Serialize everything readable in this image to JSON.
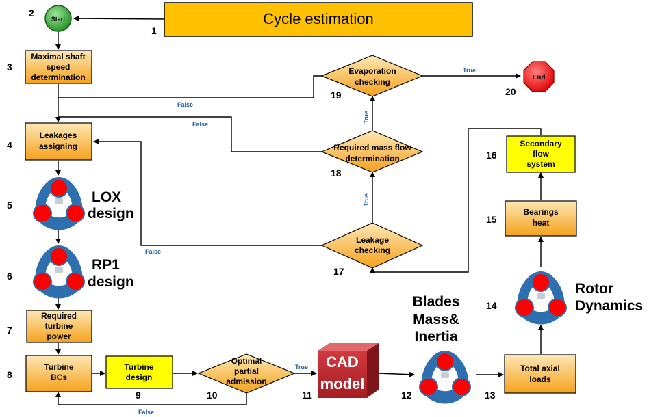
{
  "title": "Cycle estimation",
  "start_label": "Start",
  "end_label": "End",
  "numbers": [
    "1",
    "2",
    "3",
    "4",
    "5",
    "6",
    "7",
    "8",
    "9",
    "10",
    "11",
    "12",
    "13",
    "14",
    "15",
    "16",
    "17",
    "18",
    "19",
    "20"
  ],
  "boxes": {
    "shaft_speed": [
      "Maximal shaft",
      "speed",
      "determination"
    ],
    "leakages_assigning": [
      "Leakages",
      "assigning"
    ],
    "turbine_power": [
      "Required",
      "turbine",
      "power"
    ],
    "turbine_bcs": [
      "Turbine",
      "BCs"
    ],
    "turbine_design": [
      "Turbine",
      "design"
    ],
    "total_axial": [
      "Total axial",
      "loads"
    ],
    "bearings_heat": [
      "Bearings",
      "heat"
    ],
    "secondary_flow": [
      "Secondary",
      "flow",
      "system"
    ]
  },
  "decisions": {
    "optimal_partial": [
      "Optimal",
      "partial",
      "admission"
    ],
    "leakage_checking": [
      "Leakage",
      "checking"
    ],
    "mass_flow": [
      "Required mass flow",
      "determination"
    ],
    "evaporation": [
      "Evaporation",
      "checking"
    ]
  },
  "tools": {
    "lox": [
      "LOX",
      "design"
    ],
    "rp1": [
      "RP1",
      "design"
    ],
    "blades": [
      "Blades",
      "Mass&",
      "Inertia"
    ],
    "rotor": [
      "Rotor",
      "Dynamics"
    ],
    "cad": [
      "CAD",
      "model"
    ]
  },
  "edge_labels": {
    "true": "True",
    "false": "False"
  },
  "colors": {
    "orange_top": "#fce2a8",
    "orange_bottom": "#f6a623",
    "yellow": "#ffff00",
    "title_box": "#ffc000",
    "blue": "#2e6fb0",
    "red": "#ff0000",
    "cad_red": "#c0282e",
    "start_green": "#3cae3c",
    "label_blue": "#1f5fa0"
  }
}
